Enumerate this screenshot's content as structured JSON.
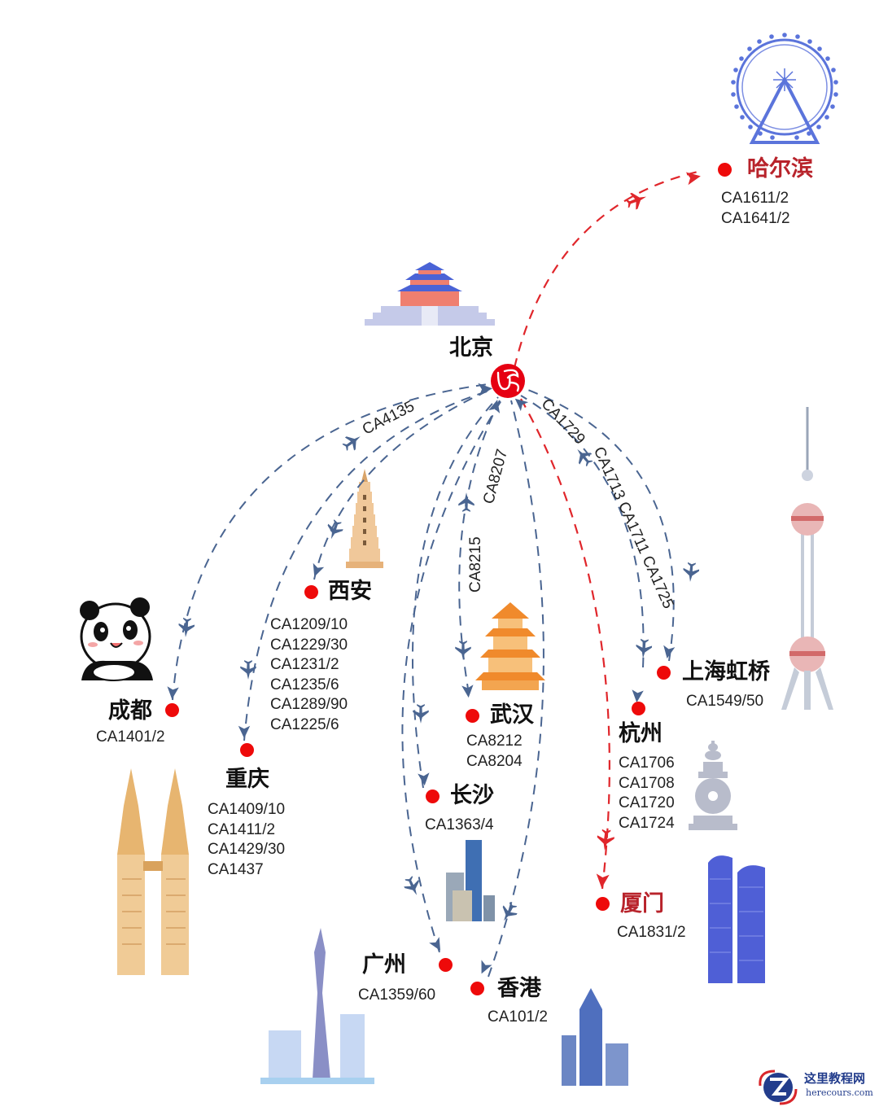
{
  "hub": {
    "name": "北京",
    "logo": "air-china-phoenix-logo",
    "color": "#e60012"
  },
  "colors": {
    "domestic_route": "#4a6591",
    "highlight_route": "#e0262b",
    "city_dot": "#ee0a0a",
    "highlight_city": "#b8232b"
  },
  "cities": {
    "harbin": {
      "name": "哈尔滨",
      "codes": [
        "CA1611/2",
        "CA1641/2"
      ]
    },
    "xian": {
      "name": "西安",
      "codes": [
        "CA1209/10",
        "CA1229/30",
        "CA1231/2",
        "CA1235/6",
        "CA1289/90",
        "CA1225/6"
      ]
    },
    "chengdu": {
      "name": "成都",
      "codes": [
        "CA1401/2"
      ]
    },
    "chongqing": {
      "name": "重庆",
      "codes": [
        "CA1409/10",
        "CA1411/2",
        "CA1429/30",
        "CA1437"
      ]
    },
    "wuhan": {
      "name": "武汉",
      "codes": [
        "CA8212",
        "CA8204"
      ]
    },
    "changsha": {
      "name": "长沙",
      "codes": [
        "CA1363/4"
      ]
    },
    "guangzhou": {
      "name": "广州",
      "codes": [
        "CA1359/60"
      ]
    },
    "hongkong": {
      "name": "香港",
      "codes": [
        "CA101/2"
      ]
    },
    "shanghai": {
      "name": "上海虹桥",
      "codes": [
        "CA1549/50"
      ]
    },
    "hangzhou": {
      "name": "杭州",
      "codes": [
        "CA1706",
        "CA1708",
        "CA1720",
        "CA1724"
      ]
    },
    "xiamen": {
      "name": "厦门",
      "codes": [
        "CA1831/2"
      ]
    }
  },
  "route_labels": {
    "chengdu_return": "CA4135",
    "wuhan_return": "CA8207",
    "wuhan_out": "CA8215",
    "hangzhou_return": "CA1729",
    "hangzhou_out": "CA1713 CA1711 CA1725"
  },
  "watermark": {
    "title": "这里教程网",
    "url": "herecours.com"
  }
}
